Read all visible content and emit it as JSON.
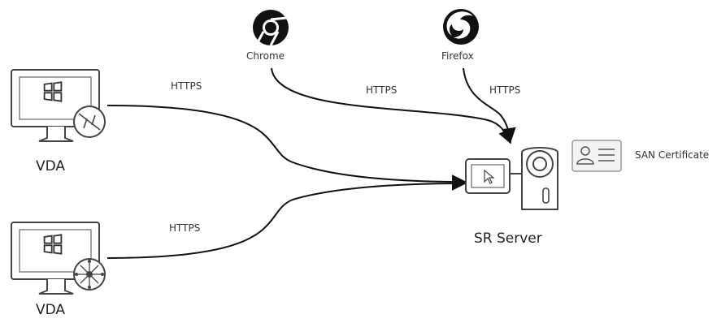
{
  "nodes": {
    "vda_top": {
      "label": "VDA",
      "icon": "windows-monitor-icon",
      "badge": "connector-icon"
    },
    "vda_bottom": {
      "label": "VDA",
      "icon": "windows-monitor-icon",
      "badge": "network-hub-icon"
    },
    "chrome": {
      "label": "Chrome",
      "icon": "chrome-icon"
    },
    "firefox": {
      "label": "Firefox",
      "icon": "firefox-icon"
    },
    "sr_server": {
      "label": "SR Server",
      "icon": "video-camera-server-icon"
    },
    "certificate": {
      "label": "SAN Certificate",
      "icon": "id-card-icon"
    }
  },
  "edges": [
    {
      "from": "vda_top",
      "to": "sr_server",
      "label": "HTTPS"
    },
    {
      "from": "vda_bottom",
      "to": "sr_server",
      "label": "HTTPS"
    },
    {
      "from": "chrome",
      "to": "sr_server",
      "label": "HTTPS"
    },
    {
      "from": "firefox",
      "to": "sr_server",
      "label": "HTTPS"
    }
  ],
  "colors": {
    "line": "#111111",
    "stroke": "#444444",
    "icon_fill": "#111111"
  }
}
